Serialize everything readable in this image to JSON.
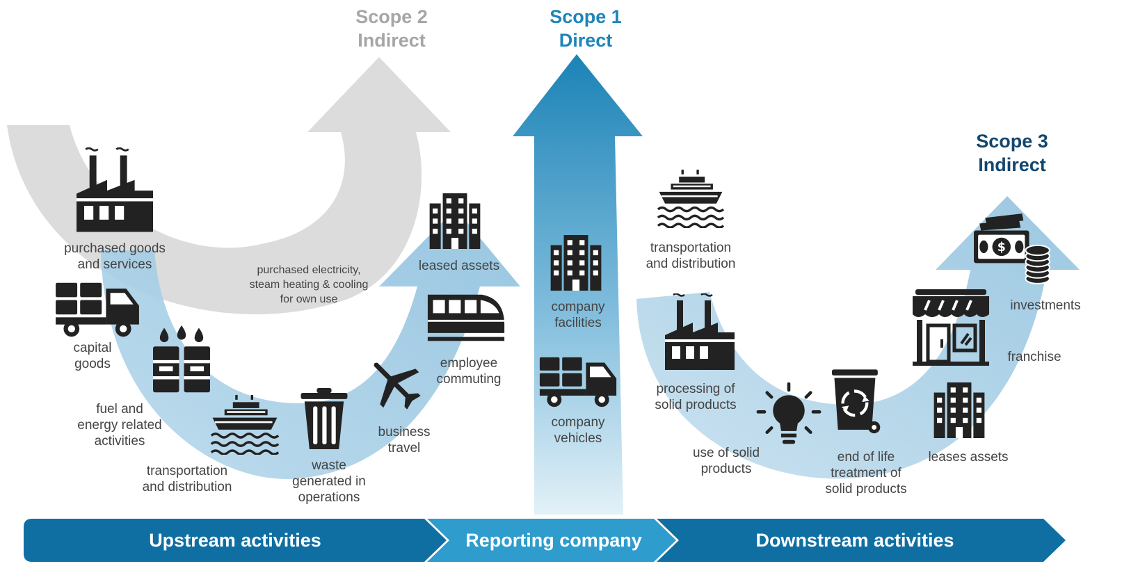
{
  "scopes": {
    "scope2": {
      "title": "Scope 2",
      "subtitle": "Indirect",
      "color": "#a6a6a6"
    },
    "scope1": {
      "title": "Scope 1",
      "subtitle": "Direct",
      "color": "#1d85b9"
    },
    "scope3": {
      "title": "Scope 3",
      "subtitle": "Indirect",
      "color": "#12466e"
    }
  },
  "upstream": {
    "purchased_goods": "purchased goods\nand services",
    "capital_goods": "capital\ngoods",
    "fuel_energy": "fuel and\nenergy related\nactivities",
    "transportation": "transportation\nand distribution",
    "waste": "waste\ngenerated in\noperations",
    "business_travel": "business\ntravel",
    "employee_commuting": "employee\ncommuting",
    "leased_assets": "leased assets"
  },
  "scope2_activity": "purchased electricity,\nsteam heating & cooling\nfor own use",
  "reporting": {
    "facilities": "company\nfacilities",
    "vehicles": "company\nvehicles"
  },
  "downstream": {
    "transportation": "transportation\nand distribution",
    "processing": "processing of\nsolid products",
    "use": "use of solid\nproducts",
    "end_of_life": "end of life\ntreatment of\nsolid products",
    "leases_assets": "leases assets",
    "franchise": "franchise",
    "investments": "investments"
  },
  "banner": {
    "upstream": "Upstream activities",
    "reporting": "Reporting company",
    "downstream": "Downstream activities",
    "colors": {
      "upstream": "#0f6fa3",
      "reporting": "#2e9ccd",
      "downstream": "#0f6fa3"
    }
  },
  "icons": [
    "factory-icon",
    "truck-icon",
    "oil-barrels-icon",
    "ship-icon",
    "trash-bin-icon",
    "airplane-icon",
    "train-icon",
    "office-building-icon",
    "lightbulb-icon",
    "recycle-bin-icon",
    "store-icon",
    "money-coins-icon"
  ]
}
